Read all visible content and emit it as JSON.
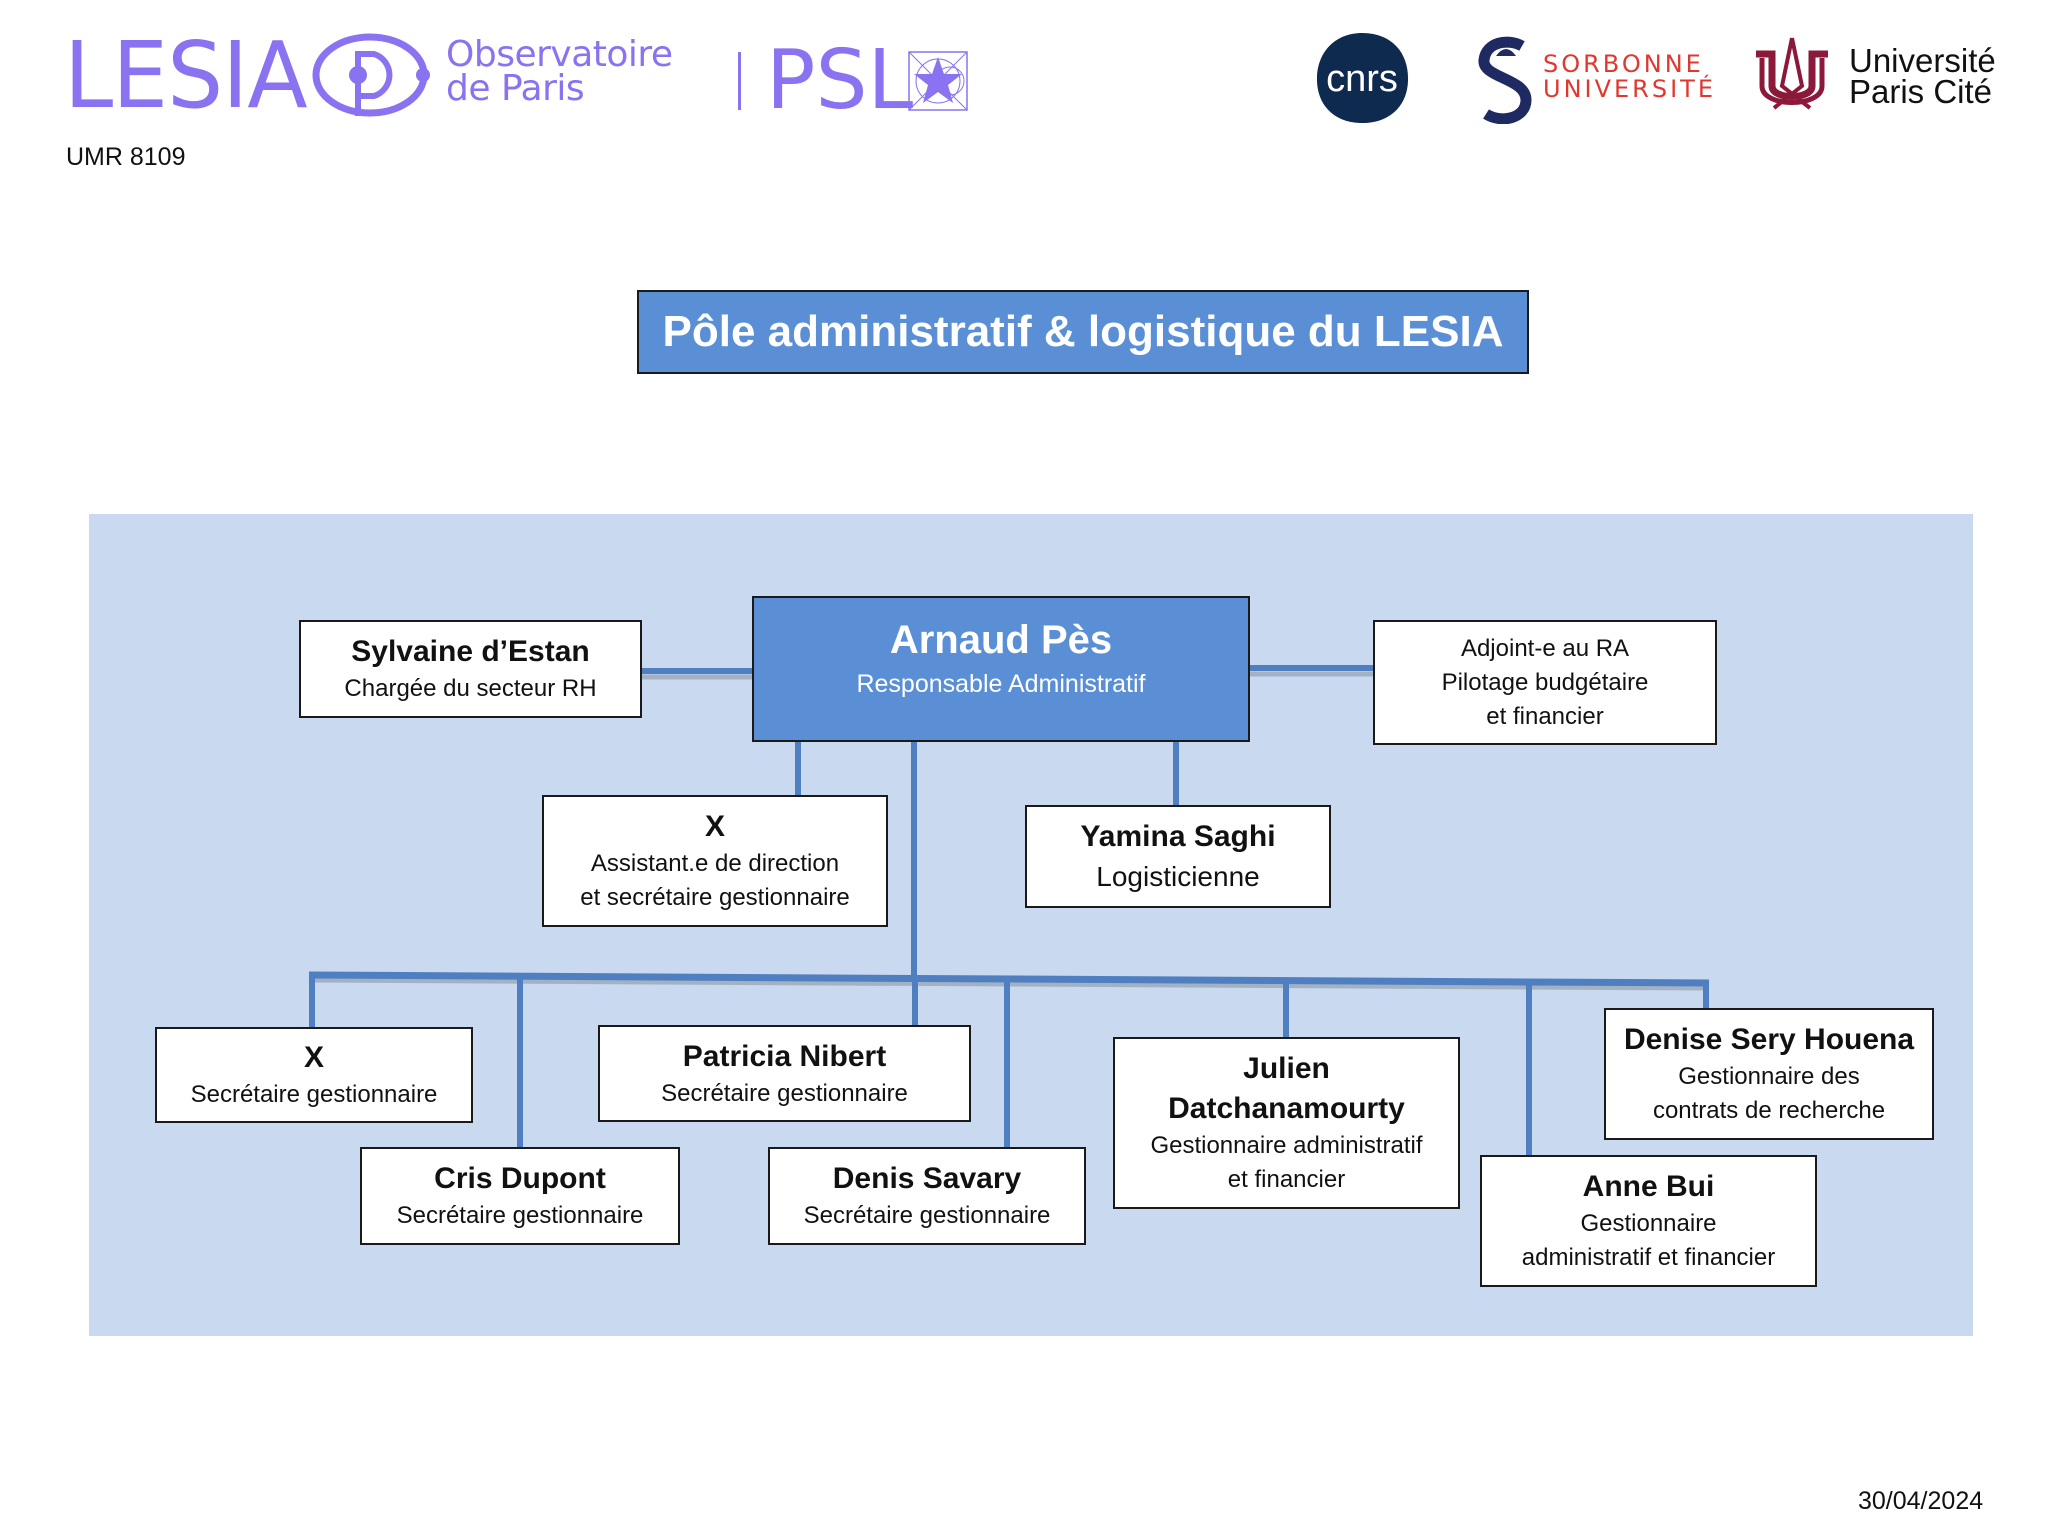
{
  "header": {
    "lesia_logo_text": "LESIA",
    "observatoire_line1": "Observatoire",
    "observatoire_line2": "de Paris",
    "psl_text": "PSL",
    "umr": "UMR 8109",
    "cnrs_text": "cnrs",
    "sorbonne_line1": "SORBONNE",
    "sorbonne_line2": "UNIVERSITÉ",
    "upc_line1": "Université",
    "upc_line2": "Paris Cité"
  },
  "colors": {
    "brand_purple": "#8A72F0",
    "header_blue": "#5A8FD6",
    "panel_blue": "#C8D9F0",
    "connector_blue": "#4F7FC1",
    "cnrs_navy": "#0E2A4F",
    "sorbonne_red": "#E0382E",
    "upc_burgundy": "#8B1A3A"
  },
  "title": "Pôle administratif & logistique du LESIA",
  "org": {
    "lead": {
      "name": "Arnaud Pès",
      "role": "Responsable Administratif"
    },
    "hr": {
      "name": "Sylvaine d’Estan",
      "role": "Chargée du secteur RH"
    },
    "deputy": {
      "role_lines": [
        "Adjoint-e au RA",
        "Pilotage budgétaire",
        "et financier"
      ]
    },
    "assistant": {
      "name": "X",
      "role_lines": [
        "Assistant.e de direction",
        "et secrétaire gestionnaire"
      ]
    },
    "logistics": {
      "name": "Yamina Saghi",
      "role": "Logisticienne"
    },
    "staff": [
      {
        "name": "X",
        "role_lines": [
          "Secrétaire gestionnaire"
        ]
      },
      {
        "name": "Cris Dupont",
        "role_lines": [
          "Secrétaire gestionnaire"
        ]
      },
      {
        "name": "Patricia Nibert",
        "role_lines": [
          "Secrétaire gestionnaire"
        ]
      },
      {
        "name": "Denis Savary",
        "role_lines": [
          "Secrétaire gestionnaire"
        ]
      },
      {
        "name_lines": [
          "Julien",
          "Datchanamourty"
        ],
        "role_lines": [
          "Gestionnaire administratif",
          "et financier"
        ]
      },
      {
        "name": "Anne Bui",
        "role_lines": [
          "Gestionnaire",
          "administratif et financier"
        ]
      },
      {
        "name": "Denise Sery Houena",
        "role_lines": [
          "Gestionnaire des",
          "contrats de recherche"
        ]
      }
    ]
  },
  "footer": {
    "date": "30/04/2024"
  }
}
